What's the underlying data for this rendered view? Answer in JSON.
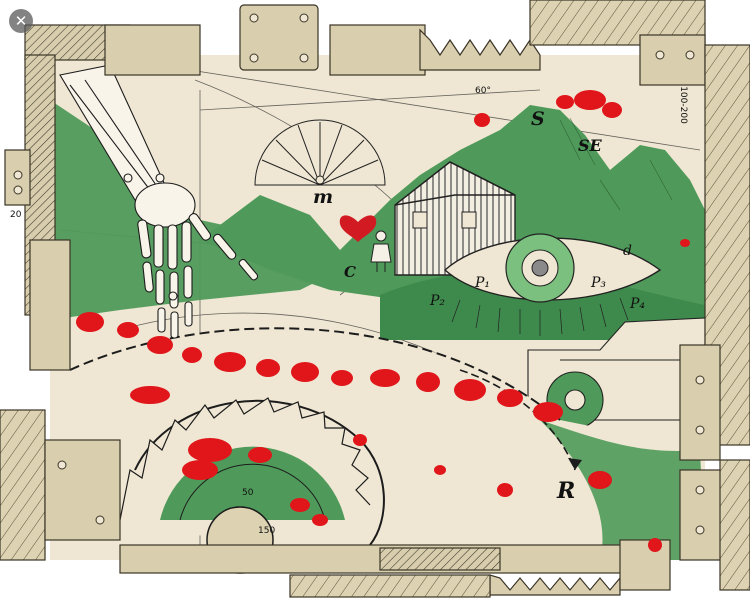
{
  "window": {
    "close_label": "✕"
  },
  "illustration": {
    "labels": {
      "S": "S",
      "SE": "SE",
      "m": "m",
      "C": "C",
      "R": "R",
      "d": "d",
      "P1": "P₁",
      "P2": "P₂",
      "P3": "P₃",
      "P4": "P₄",
      "dim_60": "60°",
      "dim_50": "50",
      "dim_150": "150",
      "dim_20": "20",
      "dim_100": "100-200"
    },
    "colors": {
      "paper": "#efe7d3",
      "frame": "#d9cfae",
      "frame_line": "#3a3426",
      "green": "#4f9a5a",
      "green_light": "#84bf86",
      "blood": "#e0161b",
      "ink": "#1c1c1c"
    }
  }
}
